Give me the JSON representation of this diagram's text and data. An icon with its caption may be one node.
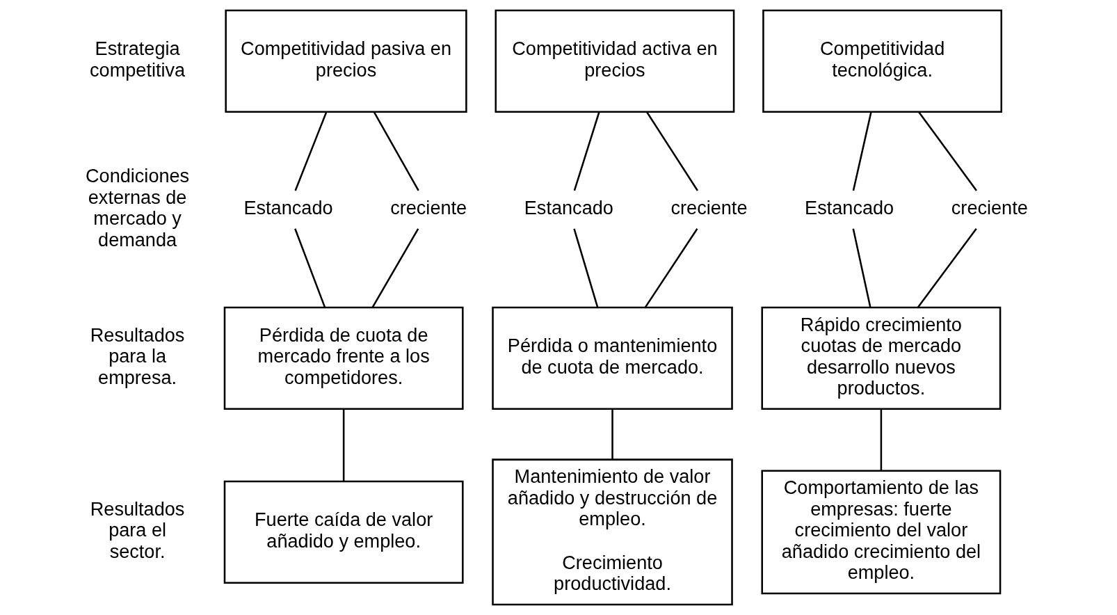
{
  "diagram": {
    "nodes": [
      {
        "text": [
          "Competitividad pasiva en precios"
        ]
      },
      {
        "text": [
          "Competitividad activa en precios"
        ]
      },
      {
        "text": [
          "Competitividad tecnológica."
        ]
      },
      {
        "text": [
          "Estancado"
        ]
      },
      {
        "text": [
          "creciente"
        ]
      },
      {
        "text": [
          "Estancado"
        ]
      },
      {
        "text": [
          "creciente"
        ]
      },
      {
        "text": [
          "Estancado"
        ]
      },
      {
        "text": [
          "creciente"
        ]
      },
      {
        "text": [
          "Pérdida de cuota de mercado frente a los competidores."
        ]
      },
      {
        "text": [
          "Pérdida o mantenimiento de cuota de mercado."
        ]
      },
      {
        "text": [
          "Rápido crecimiento cuotas de mercado desarrollo nuevos productos."
        ]
      },
      {
        "text": [
          "Fuerte caída de valor añadido y empleo."
        ]
      },
      {
        "text": [
          "Mantenimiento de valor añadido y destrucción de empleo.",
          "Crecimiento productividad."
        ]
      },
      {
        "text": [
          "Comportamiento de las empresas: fuerte crecimiento del valor añadido crecimiento del empleo."
        ]
      }
    ],
    "edges": [
      {
        "from": 0,
        "to": 3,
        "arrow": "none"
      },
      {
        "from": 0,
        "to": 4,
        "arrow": "none"
      },
      {
        "from": 1,
        "to": 5,
        "arrow": "none"
      },
      {
        "from": 1,
        "to": 6,
        "arrow": "none"
      },
      {
        "from": 2,
        "to": 7,
        "arrow": "none"
      },
      {
        "from": 2,
        "to": 8,
        "arrow": "none"
      },
      {
        "from": 3,
        "to": 9,
        "arrow": "none"
      },
      {
        "from": 4,
        "to": 9,
        "arrow": "none"
      },
      {
        "from": 5,
        "to": 10,
        "arrow": "none"
      },
      {
        "from": 6,
        "to": 10,
        "arrow": "none"
      },
      {
        "from": 7,
        "to": 11,
        "arrow": "none"
      },
      {
        "from": 8,
        "to": 11,
        "arrow": "none"
      },
      {
        "from": 9,
        "to": 12,
        "arrow": "none"
      },
      {
        "from": 10,
        "to": 13,
        "arrow": "none"
      },
      {
        "from": 11,
        "to": 14,
        "arrow": "none"
      }
    ],
    "labels": [
      "Estrategia competitiva",
      "Condiciones externas de mercado y demanda",
      "Resultados para la empresa.",
      "Resultados para el sector."
    ]
  }
}
